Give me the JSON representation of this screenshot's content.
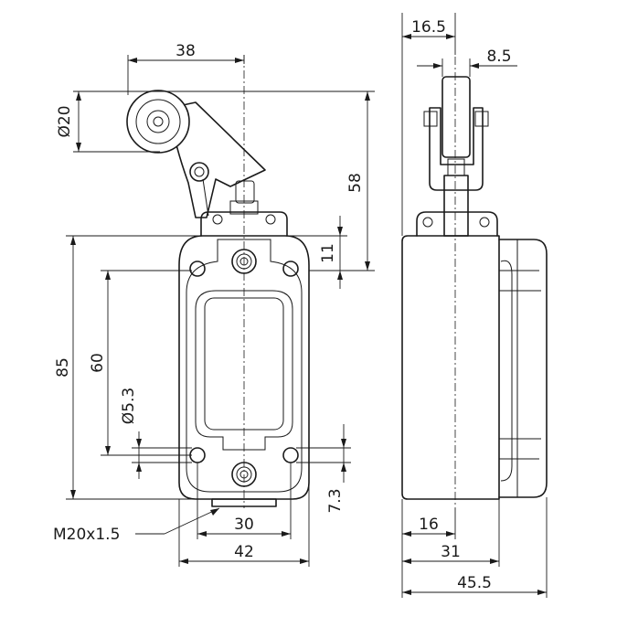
{
  "dimensions": {
    "roller_offset": "38",
    "roller_diameter": "Ø20",
    "lever_height": "58",
    "mount_offset": "11",
    "body_height": "85",
    "hole_spacing": "60",
    "hole_diameter": "Ø5.3",
    "bottom_offset": "7.3",
    "conduit_thread": "M20x1.5",
    "hole_pitch_width": "30",
    "body_width": "42",
    "side_top_width": "16.5",
    "side_shaft_width": "8.5",
    "side_conduit_offset": "16",
    "side_body_depth": "31",
    "side_total_depth": "45.5"
  }
}
